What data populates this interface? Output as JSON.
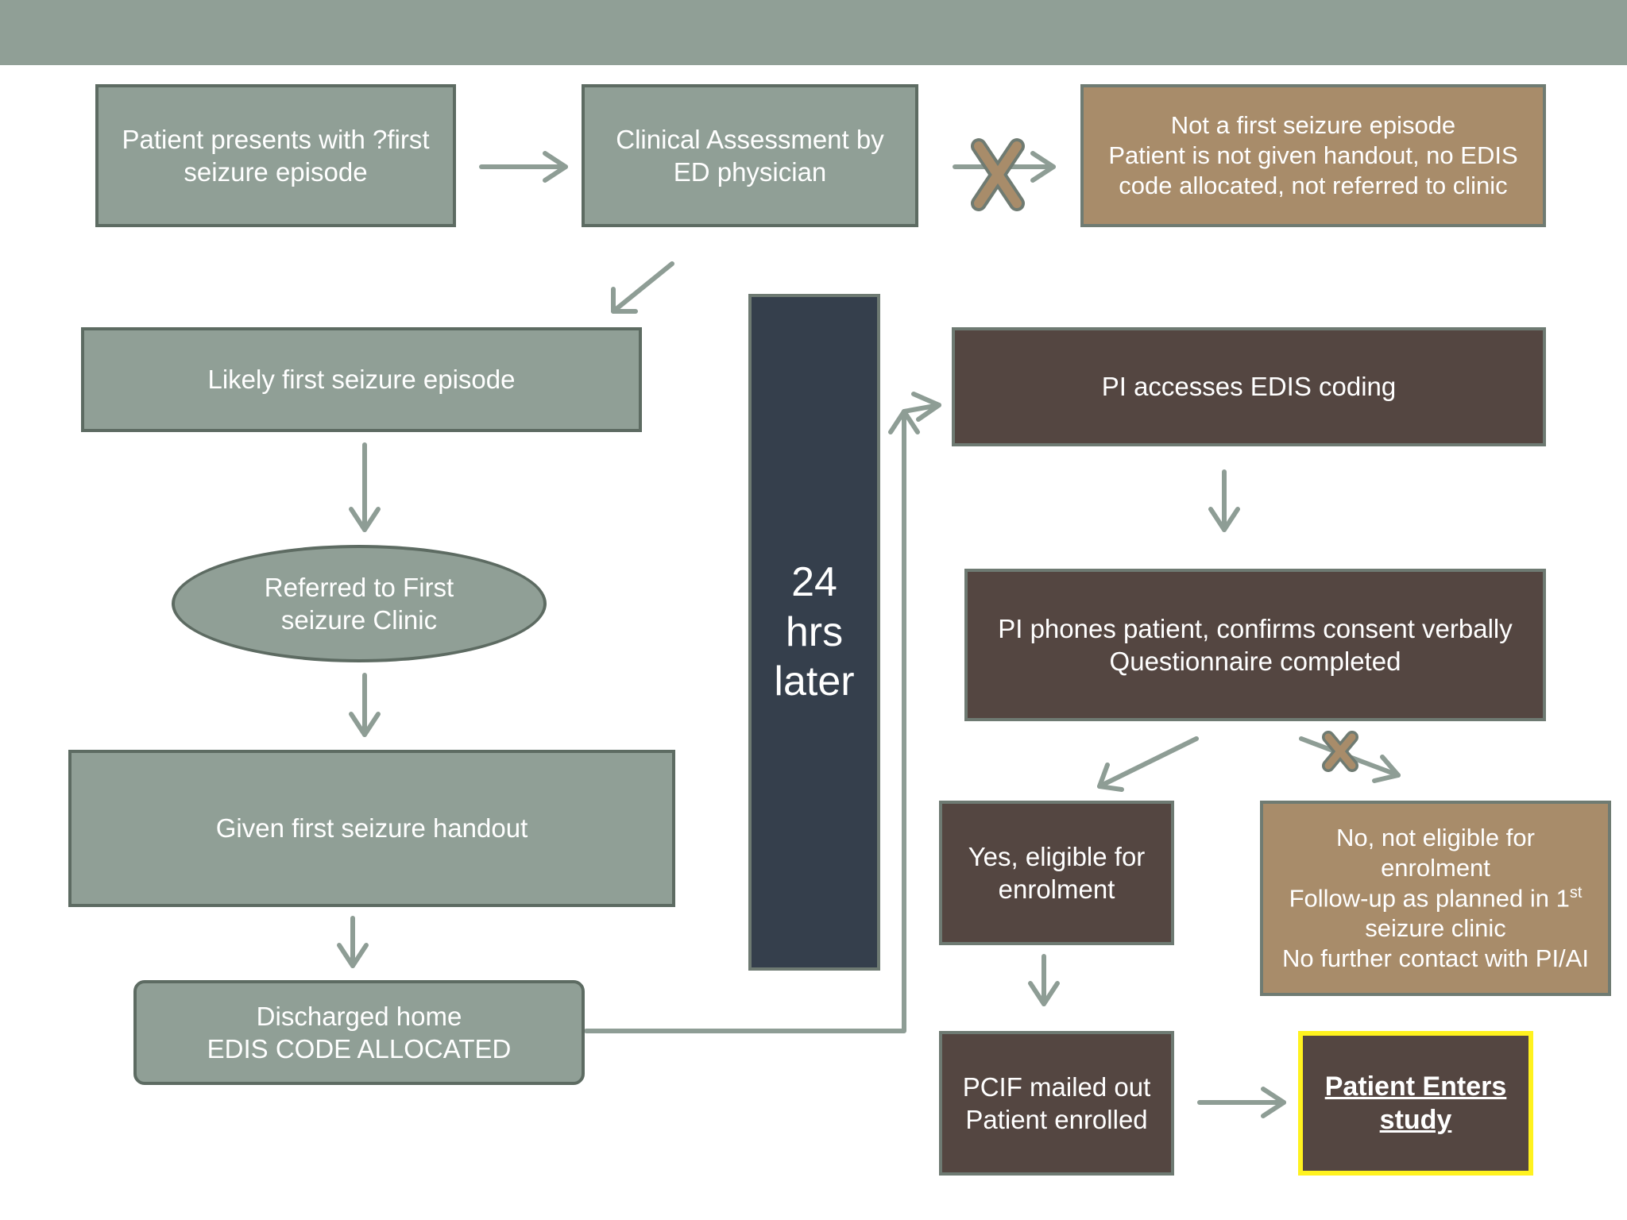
{
  "colors": {
    "header_bar": "#909f96",
    "sage": "#909f96",
    "tan": "#a88c6a",
    "brown": "#544641",
    "navy": "#353f4c",
    "arrow": "#8e9d95",
    "cross": "#a88c6a",
    "highlight": "#fff21f"
  },
  "nodes": {
    "presents": "Patient presents with ?first\nseizure episode",
    "assessment": "Clinical Assessment by\nED physician",
    "not_first": "Not a first seizure episode\nPatient is not given handout, no EDIS\ncode allocated, not referred to clinic",
    "likely_first": "Likely first seizure episode",
    "referred": "Referred to First\nseizure Clinic",
    "handout": "Given first seizure handout",
    "discharged": "Discharged home\nEDIS CODE ALLOCATED",
    "time_delay": "24\nhrs\nlater",
    "pi_access": "PI accesses EDIS coding",
    "pi_phones": "PI phones patient, confirms consent verbally\nQuestionnaire completed",
    "eligible_yes": "Yes, eligible for\nenrolment",
    "eligible_no_pre": "No, not eligible for\nenrolment\nFollow-up as planned in 1",
    "eligible_no_sup": "st",
    "eligible_no_post": "\nseizure clinic\nNo further contact with PI/AI",
    "pcif": "PCIF mailed out\nPatient enrolled",
    "enters_study": "Patient Enters\nstudy"
  },
  "icons": {
    "arrow": "arrow-icon",
    "cross": "x-mark-icon"
  }
}
